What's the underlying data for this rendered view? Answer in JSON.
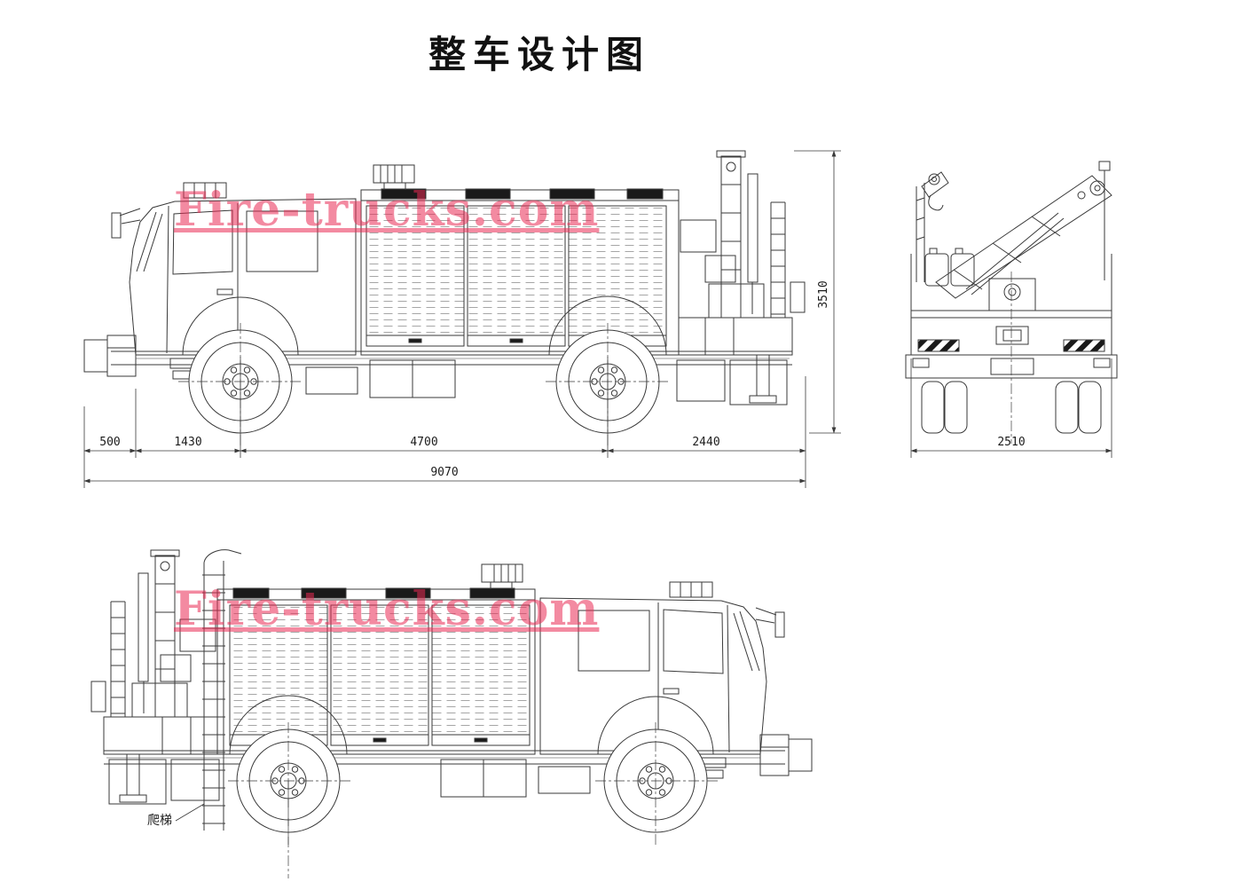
{
  "title": "整车设计图",
  "watermark": {
    "text": "Fire-trucks.com"
  },
  "side_view": {
    "dims": {
      "front_overhang": "500",
      "bumper_to_front_axle": "1430",
      "wheelbase": "4700",
      "rear_overhang": "2440",
      "overall_length": "9070",
      "overall_height": "3510"
    }
  },
  "rear_view": {
    "dims": {
      "overall_width": "2510"
    }
  },
  "left_side_view": {
    "ladder_label": "爬梯"
  }
}
